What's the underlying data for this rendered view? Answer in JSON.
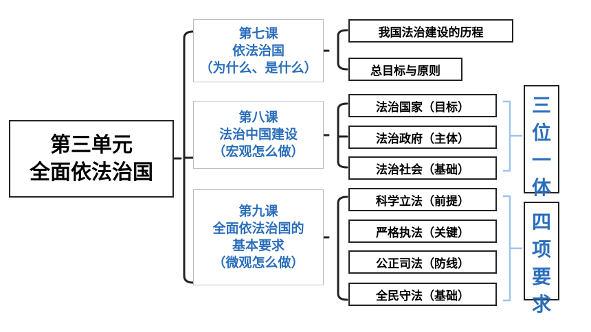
{
  "unit": {
    "line1": "第三单元",
    "line2": "全面依法治国"
  },
  "lessons": [
    {
      "lines": [
        "第七课",
        "依法治国",
        "（为什么、是什么）"
      ],
      "items": [
        "我国法治建设的历程",
        "总目标与原则"
      ]
    },
    {
      "lines": [
        "第八课",
        "法治中国建设",
        "（宏观怎么做）"
      ],
      "items": [
        "法治国家（目标）",
        "法治政府（主体）",
        "法治社会（基础）"
      ]
    },
    {
      "lines": [
        "第九课",
        "全面依法治国的",
        "基本要求",
        "（微观怎么做）"
      ],
      "items": [
        "科学立法（前提）",
        "严格执法（关键）",
        "公正司法（防线）",
        "全民守法（基础）"
      ]
    }
  ],
  "summaries": [
    {
      "chars": [
        "三",
        "位",
        "一",
        "体"
      ]
    },
    {
      "chars": [
        "四",
        "项",
        "要",
        "求"
      ]
    }
  ],
  "colors": {
    "lesson_text": "#2a6ebb",
    "summary_bracket": "#9ec4ea",
    "bracket_dark": "#222222"
  }
}
